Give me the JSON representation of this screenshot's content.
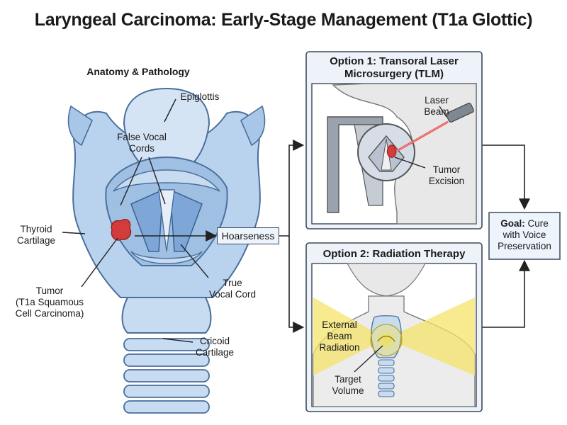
{
  "title": "Laryngeal Carcinoma: Early-Stage Management (T1a Glottic)",
  "anatomy": {
    "heading": "Anatomy & Pathology",
    "epiglottis": "Epiglottis",
    "false_cords": [
      "False Vocal",
      "Cords"
    ],
    "thyroid": [
      "Thyroid",
      "Cartilage"
    ],
    "tumor": [
      "Tumor",
      "(T1a Squamous",
      "Cell Carcinoma)"
    ],
    "true_cord": [
      "True",
      "Vocal Cord"
    ],
    "cricoid": [
      "Cricoid",
      "Cartilage"
    ]
  },
  "symptom": "Hoarseness",
  "option1": {
    "title": [
      "Option 1: Transoral Laser",
      "Microsurgery (TLM)"
    ],
    "laser": [
      "Laser",
      "Beam"
    ],
    "excision": [
      "Tumor",
      "Excision"
    ]
  },
  "option2": {
    "title": "Option 2: Radiation Therapy",
    "beam": [
      "External",
      "Beam",
      "Radiation"
    ],
    "target": [
      "Target",
      "Volume"
    ]
  },
  "goal": {
    "bold": "Goal:",
    "rest": " Cure",
    "lines": [
      "with Voice",
      "Preservation"
    ]
  },
  "colors": {
    "cartilage": "#b9d3ee",
    "cartilage_dark": "#8fb3dc",
    "outline": "#4a6f9c",
    "tumor": "#d43b3b",
    "panel_bg": "#eef3f9",
    "radiation": "#f4e36a",
    "laser": "#e84040"
  }
}
